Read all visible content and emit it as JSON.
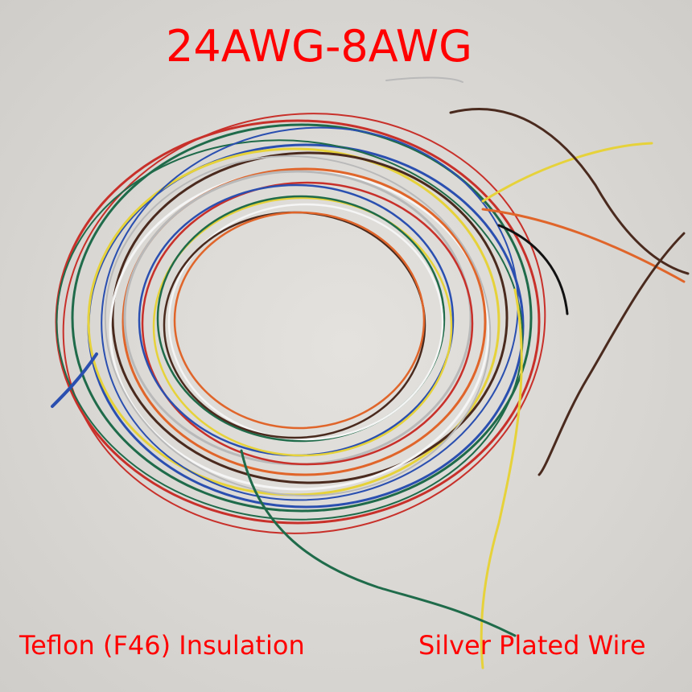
{
  "image": {
    "description": "Coil of multicolored thin PTFE-insulated wires on a light grey background",
    "background_color": "#dcdad6",
    "wire_colors": [
      "#c8302a",
      "#1f6b4a",
      "#2a4fb0",
      "#e6d23a",
      "#4a2a1e",
      "#f2f2f2",
      "#e0652a",
      "#b9b9b9",
      "#111111"
    ]
  },
  "captions": {
    "title": "24AWG-8AWG",
    "insulation": "Teflon (F46) Insulation",
    "conductor": "Silver Plated Wire",
    "text_color": "#ff0000"
  }
}
